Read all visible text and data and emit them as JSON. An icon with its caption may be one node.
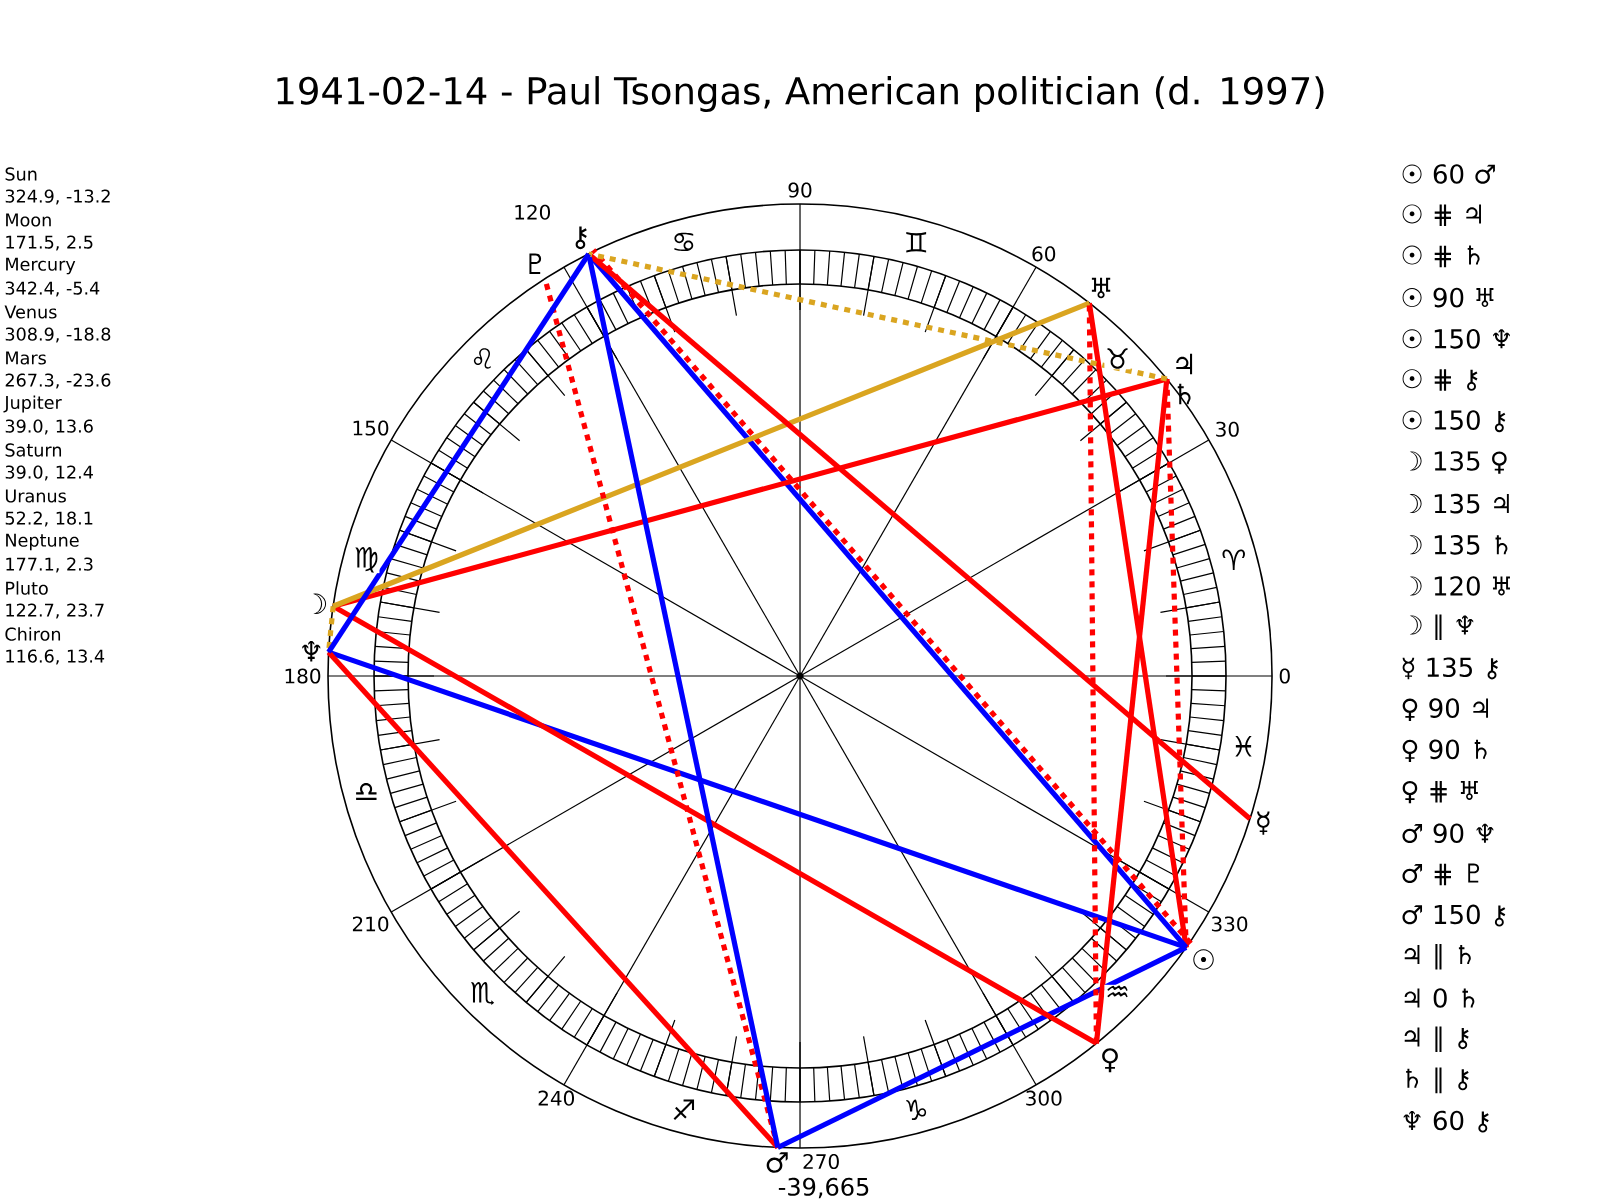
{
  "diagram": {
    "title": "1941-02-14 - Paul Tsongas, American politician (d. 1997)",
    "nodes": [
      {
        "text": [
          "⚷"
        ]
      },
      {
        "text": [
          "♇"
        ]
      },
      {
        "text": [
          "♅"
        ]
      },
      {
        "text": [
          "♃"
        ]
      },
      {
        "text": [
          "♄"
        ]
      },
      {
        "text": [
          "☽"
        ]
      },
      {
        "text": [
          "♆"
        ]
      },
      {
        "text": [
          "☿"
        ]
      },
      {
        "text": [
          "☉"
        ]
      },
      {
        "text": [
          "♀"
        ]
      },
      {
        "text": [
          "♂"
        ]
      }
    ],
    "edges": [
      {
        "from": 8,
        "to": 10,
        "arrow": "none",
        "color": "#0000ff"
      },
      {
        "from": 8,
        "to": 3,
        "arrow": "none",
        "style": "dashed"
      },
      {
        "from": 8,
        "to": 4,
        "arrow": "none",
        "style": "dashed"
      },
      {
        "from": 8,
        "to": 2,
        "arrow": "none"
      },
      {
        "from": 8,
        "to": 6,
        "arrow": "none",
        "color": "#0000ff"
      },
      {
        "from": 8,
        "to": 0,
        "arrow": "none",
        "style": "dashed"
      },
      {
        "from": 8,
        "to": 0,
        "arrow": "none",
        "color": "#0000ff"
      },
      {
        "from": 5,
        "to": 9,
        "arrow": "none"
      },
      {
        "from": 5,
        "to": 3,
        "arrow": "none"
      },
      {
        "from": 5,
        "to": 4,
        "arrow": "none"
      },
      {
        "from": 5,
        "to": 2,
        "arrow": "none",
        "color": "#daa520"
      },
      {
        "from": 5,
        "to": 6,
        "arrow": "none",
        "style": "dashed",
        "color": "#daa520"
      },
      {
        "from": 7,
        "to": 0,
        "arrow": "none"
      },
      {
        "from": 9,
        "to": 3,
        "arrow": "none"
      },
      {
        "from": 9,
        "to": 4,
        "arrow": "none"
      },
      {
        "from": 9,
        "to": 2,
        "arrow": "none",
        "style": "dashed"
      },
      {
        "from": 10,
        "to": 6,
        "arrow": "none"
      },
      {
        "from": 10,
        "to": 1,
        "arrow": "none",
        "style": "dashed"
      },
      {
        "from": 10,
        "to": 0,
        "arrow": "none",
        "color": "#0000ff"
      },
      {
        "from": 3,
        "to": 0,
        "arrow": "none",
        "style": "dashed",
        "color": "#daa520"
      },
      {
        "from": 4,
        "to": 0,
        "arrow": "none",
        "style": "dashed",
        "color": "#daa520"
      },
      {
        "from": 6,
        "to": 0,
        "arrow": "none",
        "color": "#0000ff"
      }
    ],
    "labels": [
      "Sun",
      "324.9, -13.2",
      "Moon",
      "171.5, 2.5",
      "Mercury",
      "342.4, -5.4",
      "Venus",
      "308.9, -18.8",
      "Mars",
      "267.3, -23.6",
      "Jupiter",
      "39.0, 13.6",
      "Saturn",
      "39.0, 12.4",
      "Uranus",
      "52.2, 18.1",
      "Neptune",
      "177.1, 2.3",
      "Pluto",
      "122.7, 23.7",
      "Chiron",
      "116.6, 13.4",
      "0",
      "30",
      "60",
      "90",
      "120",
      "150",
      "180",
      "210",
      "240",
      "270",
      "300",
      "330",
      "♈",
      "♉",
      "♊",
      "♋",
      "♌",
      "♍",
      "♎",
      "♏",
      "♐",
      "♑",
      "♒",
      "♓",
      "☉ 60 ♂",
      "☉ ⋕ ♃",
      "☉ ⋕ ♄",
      "☉ 90 ♅",
      "☉ 150 ♆",
      "☉ ⋕ ⚷",
      "☉ 150 ⚷",
      "☽ 135 ♀",
      "☽ 135 ♃",
      "☽ 135 ♄",
      "☽ 120 ♅",
      "☽ ∥ ♆",
      "☿ 135 ⚷",
      "♀ 90 ♃",
      "♀ 90 ♄",
      "♀ ⋕ ♅",
      "♂ 90 ♆",
      "♂ ⋕ ♇",
      "♂ 150 ⚷",
      "♃ ∥ ♄",
      "♃ 0 ♄",
      "♃ ∥ ⚷",
      "♄ ∥ ⚷",
      "♆ 60 ⚷",
      "-39,665"
    ]
  }
}
